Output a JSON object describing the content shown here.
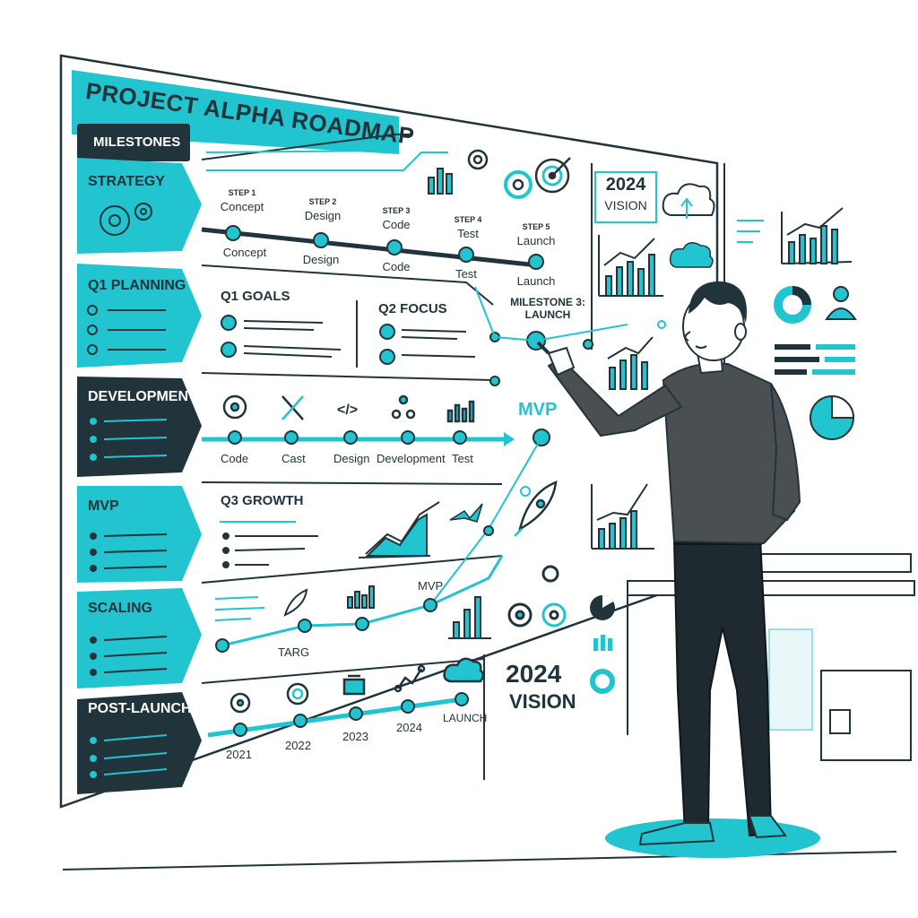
{
  "board": {
    "title": "PROJECT ALPHA ROADMAP",
    "milestones_tag": "MILESTONES",
    "colors": {
      "teal": "#22c4cf",
      "dark": "#21343b",
      "line": "#21343b",
      "bg": "#ffffff"
    }
  },
  "rows": [
    {
      "id": "strategy",
      "label": "STRATEGY",
      "style": "teal",
      "icon": "gears-icon"
    },
    {
      "id": "q1-planning",
      "label": "Q1 PLANNING",
      "style": "teal",
      "icon": "checklist-icon"
    },
    {
      "id": "development",
      "label": "DEVELOPMENT",
      "style": "dark",
      "icon": "list-icon"
    },
    {
      "id": "mvp",
      "label": "MVP",
      "style": "teal",
      "icon": "list-icon"
    },
    {
      "id": "scaling",
      "label": "SCALING",
      "style": "teal",
      "icon": "list-icon"
    },
    {
      "id": "post-launch",
      "label": "POST-LAUNCH",
      "style": "dark",
      "icon": "list-icon"
    }
  ],
  "strategy_steps": [
    {
      "tag": "STEP 1",
      "top": "Concept",
      "bottom": "Concept"
    },
    {
      "tag": "STEP 2",
      "top": "Design",
      "bottom": "Design"
    },
    {
      "tag": "STEP 3",
      "top": "Code",
      "bottom": "Code"
    },
    {
      "tag": "STEP 4",
      "top": "Test",
      "bottom": "Test"
    },
    {
      "tag": "STEP 5",
      "top": "Launch",
      "bottom": "Launch"
    }
  ],
  "q1": {
    "goals": "Q1 GOALS",
    "focus": "Q2 FOCUS",
    "milestone": "MILESTONE 3:",
    "milestone_sub": "LAUNCH"
  },
  "development_steps": [
    "Code",
    "Cast",
    "Design",
    "Development",
    "Test"
  ],
  "mvp": {
    "label": "MVP",
    "growth": "Q3 GROWTH"
  },
  "scaling": {
    "mvp_label": "MVP",
    "target_label": "TARG"
  },
  "timeline_years": [
    "2021",
    "2022",
    "2023",
    "2024",
    "LAUNCH"
  ],
  "vision": {
    "year": "2024",
    "text": "VISION"
  },
  "vision_box": {
    "year": "2024",
    "text": "VISION"
  }
}
